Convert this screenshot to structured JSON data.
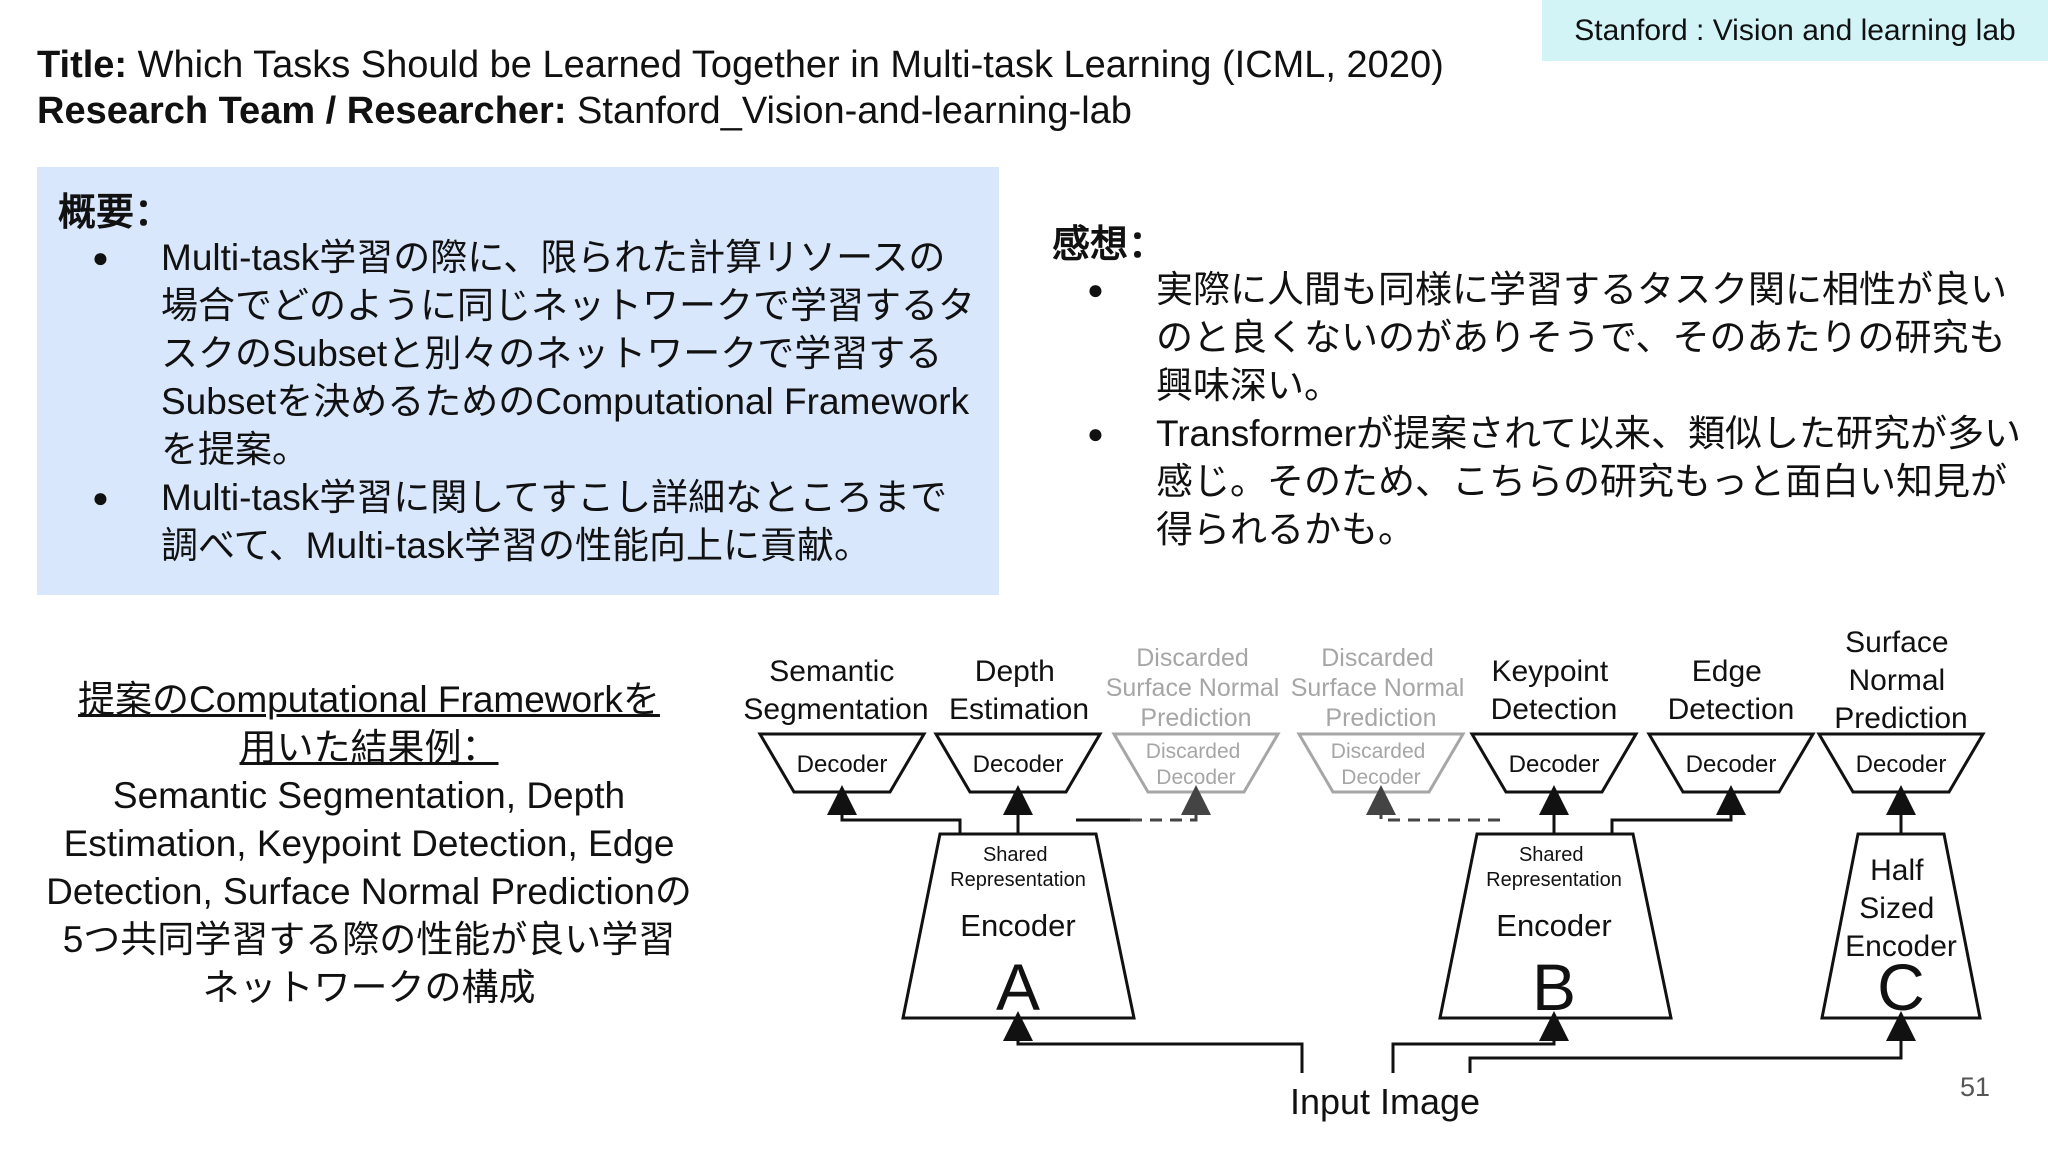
{
  "header": {
    "lab_tag": "Stanford : Vision and learning lab",
    "title_label": "Title:",
    "title_text": " Which Tasks Should be Learned Together in Multi-task Learning (ICML, 2020)",
    "team_label": "Research Team / Researcher:",
    "team_text": " Stanford_Vision-and-learning-lab"
  },
  "summary": {
    "heading": "概要：",
    "items": [
      "Multi-task学習の際に、限られた計算リソースの場合でどのように同じネットワークで学習するタスクのSubsetと別々のネットワークで学習するSubsetを決めるためのComputational Frameworkを提案。",
      "Multi-task学習に関してすこし詳細なところまで調べて、Multi-task学習の性能向上に貢献。"
    ]
  },
  "impressions": {
    "heading": "感想：",
    "items": [
      "実際に人間も同様に学習するタスク関に相性が良いのと良くないのがありそうで、そのあたりの研究も興味深い。",
      "Transformerが提案されて以来、類似した研究が多い感じ。そのため、こちらの研究もっと面白い知見が得られるかも。"
    ]
  },
  "result": {
    "heading_line1": "提案のComputational Frameworkを",
    "heading_line2": "用いた結果例：",
    "body_lines": [
      "Semantic Segmentation, Depth",
      "Estimation, Keypoint Detection, Edge",
      "Detection, Surface Normal Predictionの",
      "5つ共同学習する際の性能が良い学習",
      "ネットワークの構成"
    ]
  },
  "diagram": {
    "tasks": {
      "semantic": [
        "Semantic",
        "Segmentation"
      ],
      "depth": [
        "Depth",
        "Estimation"
      ],
      "discarded1": [
        "Discarded",
        "Surface Normal",
        "Prediction"
      ],
      "discarded2": [
        "Discarded",
        "Surface Normal",
        "Prediction"
      ],
      "keypoint": [
        "Keypoint",
        "Detection"
      ],
      "edge": [
        "Edge",
        "Detection"
      ],
      "surface": [
        "Surface",
        "Normal",
        "Prediction"
      ]
    },
    "decoder": "Decoder",
    "discarded_decoder": [
      "Discarded",
      "Decoder"
    ],
    "shared_rep": [
      "Shared",
      "Representation"
    ],
    "encoder": "Encoder",
    "encoder_a": "A",
    "encoder_b": "B",
    "half_encoder": [
      "Half",
      "Sized",
      "Encoder"
    ],
    "encoder_c": "C",
    "input": "Input Image",
    "gray_color": "#a6a6a6"
  },
  "page_number": "51"
}
